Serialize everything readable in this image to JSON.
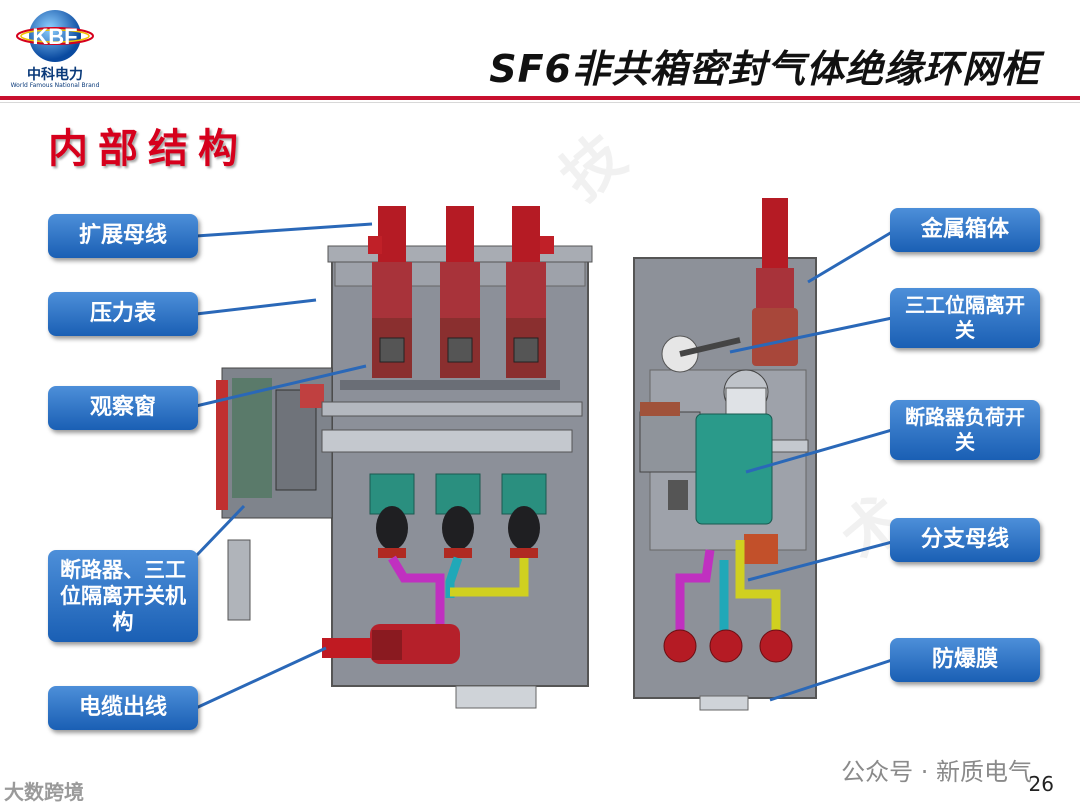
{
  "header": {
    "logo_letters": "KBF",
    "logo_name": "中科电力",
    "logo_subtitle": "World Famous National Brand",
    "title": "SF6非共箱密封气体绝缘环网柜",
    "accent_color": "#c8102e"
  },
  "section_title": "内部结构",
  "labels_left": [
    {
      "id": "expansion-busbar",
      "text": "扩展母线"
    },
    {
      "id": "pressure-gauge",
      "text": "压力表"
    },
    {
      "id": "observation-window",
      "text": "观察窗"
    },
    {
      "id": "mechanism",
      "text": "断路器、三工位隔离开关机构"
    },
    {
      "id": "cable-outlet",
      "text": "电缆出线"
    }
  ],
  "labels_right": [
    {
      "id": "metal-enclosure",
      "text": "金属箱体"
    },
    {
      "id": "three-position-switch",
      "text": "三工位隔离开关"
    },
    {
      "id": "load-switch",
      "text": "断路器负荷开关"
    },
    {
      "id": "branch-busbar",
      "text": "分支母线"
    },
    {
      "id": "burst-membrane",
      "text": "防爆膜"
    }
  ],
  "footer": {
    "watermark": "公众号 · 新质电气",
    "page_number": "26",
    "corner_watermark": "大数跨境"
  },
  "label_color": "#1a5fb4"
}
